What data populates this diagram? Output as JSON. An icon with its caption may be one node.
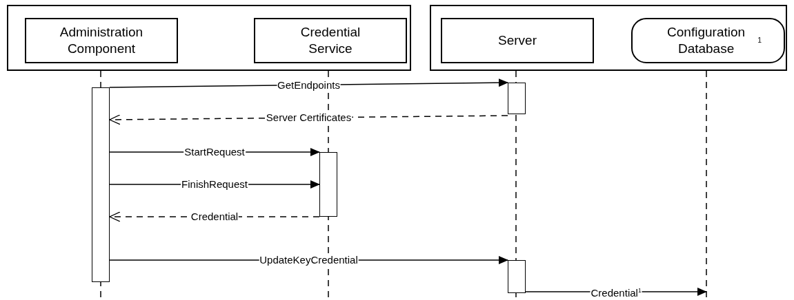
{
  "diagram": {
    "nodes": [
      {
        "text": [],
        "shape": "box"
      },
      {
        "text": [
          "Administration Component"
        ],
        "in": 0
      },
      {
        "text": [
          "Credential Service"
        ],
        "in": 0
      },
      {
        "text": [],
        "shape": "box"
      },
      {
        "text": [
          "Server"
        ],
        "in": 3
      },
      {
        "text": [
          "Configuration Database$^{1}$"
        ],
        "in": 3
      },
      {
        "text": [],
        "shape": "bar"
      },
      {
        "text": [],
        "shape": "bar"
      },
      {
        "text": [],
        "shape": "bar"
      },
      {
        "text": [],
        "shape": "bar"
      }
    ],
    "edges": [
      {
        "from": 6,
        "to": 7,
        "arrow": "to",
        "label": "GetEndpoints"
      },
      {
        "from": 7,
        "to": 6,
        "arrow": "to",
        "label": "Server Certificates",
        "style": "dashed"
      },
      {
        "from": 6,
        "to": 8,
        "arrow": "to",
        "label": "StartRequest"
      },
      {
        "from": 6,
        "to": 8,
        "arrow": "to",
        "label": "FinishRequest"
      },
      {
        "from": 8,
        "to": 6,
        "arrow": "to",
        "label": "Credential",
        "style": "dashed"
      },
      {
        "from": 6,
        "to": 9,
        "arrow": "to",
        "label": "UpdateKeyCredential"
      },
      {
        "from": 9,
        "to": null,
        "arrow": "to",
        "label": "Credential$^{1}$"
      }
    ]
  }
}
